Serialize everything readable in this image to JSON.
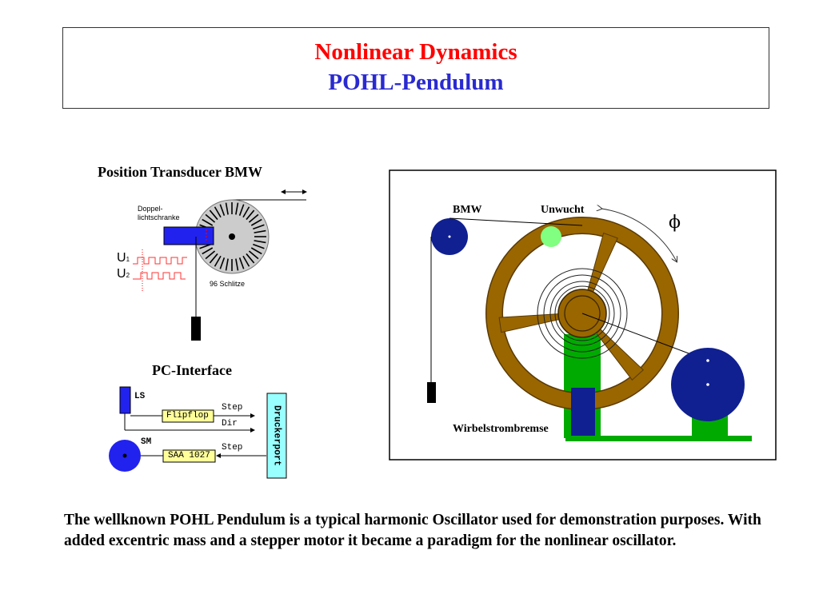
{
  "header": {
    "title": "Nonlinear Dynamics",
    "subtitle": "POHL-Pendulum"
  },
  "transducer": {
    "heading": "Position Transducer BMW",
    "light_barrier_line1": "Doppel-",
    "light_barrier_line2": "lichtschranke",
    "slits_label": "96 Schlitze",
    "u1_base": "U",
    "u1_sub": "1",
    "u2_base": "U",
    "u2_sub": "2"
  },
  "interface": {
    "heading": "PC-Interface",
    "ls_label": "LS",
    "sm_label": "SM",
    "flipflop_label": "Flipflop",
    "saa_label": "SAA 1027",
    "step_label_1": "Step",
    "dir_label": "Dir",
    "step_label_2": "Step",
    "port_label": "Druckerport"
  },
  "pendulum": {
    "bmw_label": "BMW",
    "unwucht_label": "Unwucht",
    "phi_symbol": "ϕ",
    "brake_label": "Wirbelstrombremse"
  },
  "description": "The wellknown POHL Pendulum is a typical harmonic Oscillator used for demonstration purposes. With added excentric mass and a stepper motor it became a paradigm for the nonlinear oscillator.",
  "colors": {
    "title_red": "#ff0000",
    "title_blue": "#2a2ad0",
    "wheel_brown": "#996600",
    "stand_green": "#00aa00",
    "motor_blue": "#102090",
    "mass_green": "#80ff80",
    "chip_yellow": "#ffff99",
    "port_cyan": "#99ffff"
  }
}
